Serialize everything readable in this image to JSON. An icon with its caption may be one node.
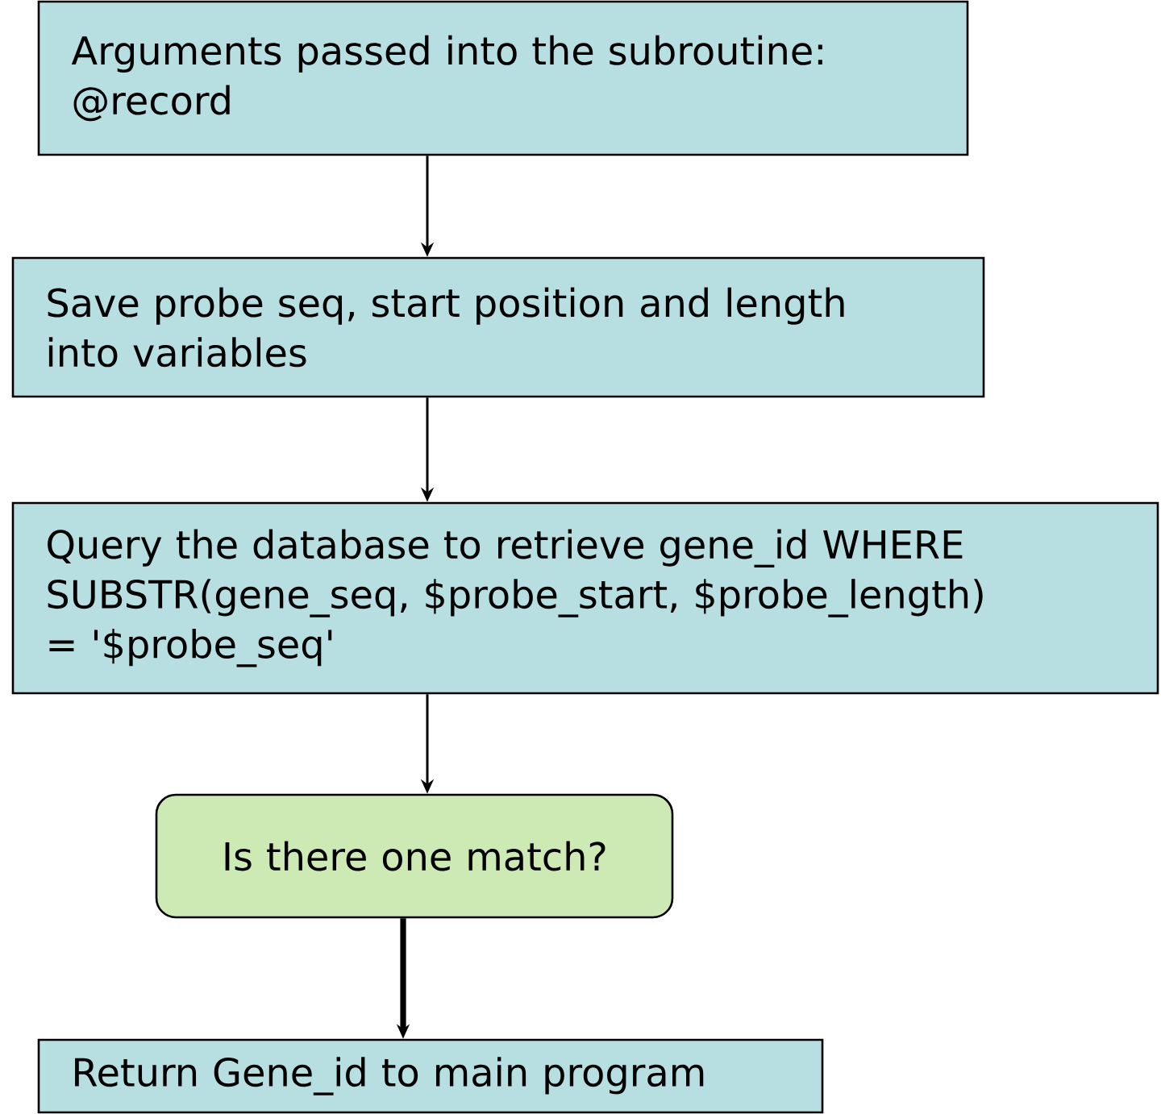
{
  "diagram": {
    "nodes": [
      {
        "text": [
          "Arguments passed into the subroutine: @record"
        ]
      },
      {
        "text": [
          "Save probe seq, start position and length into variables"
        ]
      },
      {
        "text": [
          "Query the database to retrieve gene_id WHERE SUBSTR(gene_seq, $probe_start, $probe_length) = '$probe_seq'"
        ]
      },
      {
        "text": [
          "Is there one match?"
        ]
      },
      {
        "text": [
          "Return Gene_id to main program"
        ]
      }
    ],
    "edges": [
      {
        "from": 0,
        "to": 1,
        "arrow": "to"
      },
      {
        "from": 1,
        "to": 2,
        "arrow": "to"
      },
      {
        "from": 2,
        "to": 3,
        "arrow": "to"
      },
      {
        "from": 3,
        "to": 4,
        "arrow": "to",
        "style": "thick"
      }
    ]
  }
}
